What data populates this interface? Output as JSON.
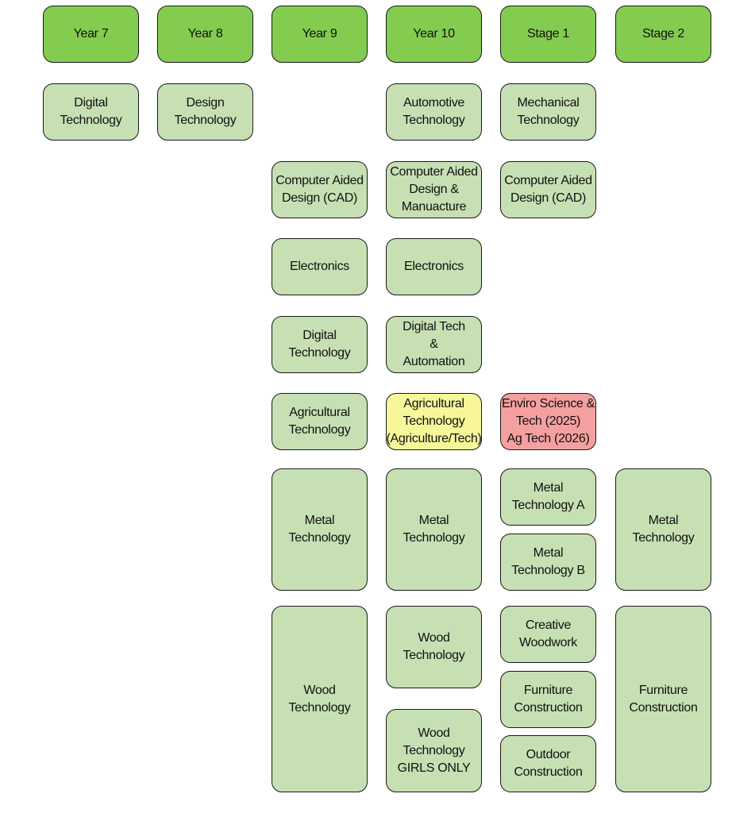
{
  "headers": {
    "year7": "Year 7",
    "year8": "Year 8",
    "year9": "Year 9",
    "year10": "Year 10",
    "stage1": "Stage 1",
    "stage2": "Stage 2"
  },
  "year7": {
    "digital_technology": "Digital\nTechnology"
  },
  "year8": {
    "design_technology": "Design\nTechnology"
  },
  "year9": {
    "cad": "Computer Aided\nDesign (CAD)",
    "electronics": "Electronics",
    "digital_technology": "Digital\nTechnology",
    "agricultural_technology": "Agricultural\nTechnology",
    "metal_technology": "Metal\nTechnology",
    "wood_technology": "Wood\nTechnology"
  },
  "year10": {
    "automotive_technology": "Automotive\nTechnology",
    "cad_manufacture": "Computer Aided\nDesign &\nManuacture",
    "electronics": "Electronics",
    "digital_tech_automation": "Digital Tech\n&\nAutomation",
    "agricultural_technology": "Agricultural\nTechnology\n(Agriculture/Tech)",
    "metal_technology": "Metal\nTechnology",
    "wood_technology": "Wood\nTechnology",
    "wood_technology_girls": "Wood\nTechnology\nGIRLS ONLY"
  },
  "stage1": {
    "mechanical_technology": "Mechanical\nTechnology",
    "cad": "Computer Aided\nDesign (CAD)",
    "enviro_science_tech": "Enviro Science &\nTech  (2025)\nAg Tech (2026)",
    "metal_technology_a": "Metal\nTechnology   A",
    "metal_technology_b": "Metal\nTechnology   B",
    "creative_woodwork": "Creative\nWoodwork",
    "furniture_construction": "Furniture\nConstruction",
    "outdoor_construction": "Outdoor\nConstruction"
  },
  "stage2": {
    "metal_technology": "Metal\nTechnology",
    "furniture_construction": "Furniture\nConstruction"
  },
  "colors": {
    "header_fill": "#84cc50",
    "course_fill": "#c6e0b4",
    "highlight_yellow": "#f7f79a",
    "highlight_red": "#f5a0a0",
    "border": "#1a1a1a"
  }
}
